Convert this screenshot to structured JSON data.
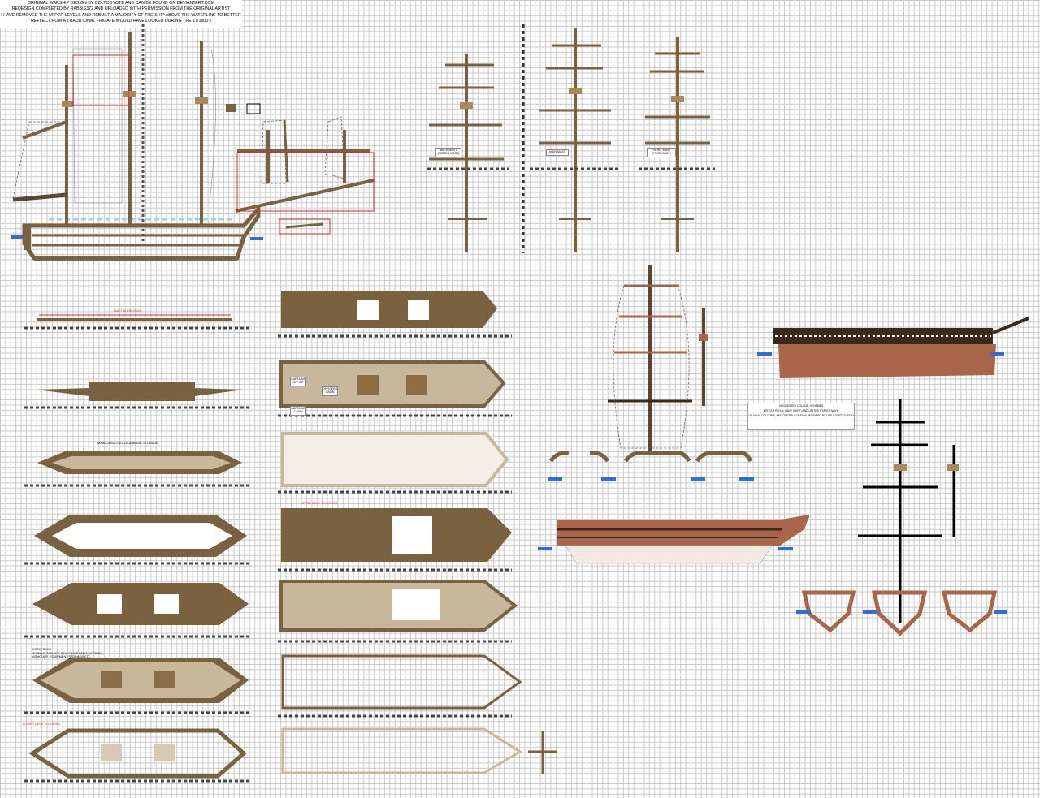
{
  "header": {
    "line1": "ORIGINAL WARSHIP DESIGN BY COLTCOYOTE AND CAN BE FOUND ON DEVIANTART.COM",
    "line2": "REDESIGN COMPLETED BY RABBIS372 AND UPLOADED WITH PERMISSION FROM THE ORIGINAL ARTIST",
    "line3": "I HAVE REMOVED THE UPPER LEVELS AND REBUILT A MAJORITY OF THE SHIP ABOVE THE WATERLINE TO BETTER",
    "line4": "REFLECT HOW A TRADITIONAL FRIGATE WOULD HAVE LOOKED DURING THE 17/1800's"
  },
  "masts": {
    "back": "BACK MAST (MIZZEN MAST)",
    "main": "MAIN MAST",
    "front": "FRONT MAST (FORE MAST)"
  },
  "decks": {
    "cargo_hold": "MAIN CARGO HOLD/GENERAL STORAGE",
    "crew_deck_title": "CREW DECK",
    "crew_deck_note1": "SHOULD INCLUDE STUFF LIKE BEDS, KITCHEN,",
    "crew_deck_note2": "ARMOURY, EQUIPMENT STORAGE ETC.",
    "captains_office": "CAPTAINS OFFICE",
    "officers_cabin": "OFFICERS CABIN",
    "captains_cabin": "CAPTAINS CABIN",
    "red_top": "BUILT ALL BLOCKS",
    "red_upper": "UPPER DECK FLOORING",
    "red_lower": "LOWER DECK FLOORING"
  },
  "legend": {
    "title": "SUGGESTED COLOUR SCHEMES",
    "line1": "BRITISH ROYAL NAVY (LEFT) AND UNITED STATES NAVY.",
    "line2": "US NAVY COLOURS, AND OVERALL DESIGN, INSPIRED BY USS CONSTITUTION"
  },
  "colors": {
    "grid": "#c9c9c9",
    "wood": "#7a6240",
    "wood_light": "#c9b79b",
    "dark_wood": "#3b2a1a",
    "hull_red": "#a9654a",
    "water": "#2d6fd6",
    "green": "#22c24a",
    "red": "#e02020"
  }
}
